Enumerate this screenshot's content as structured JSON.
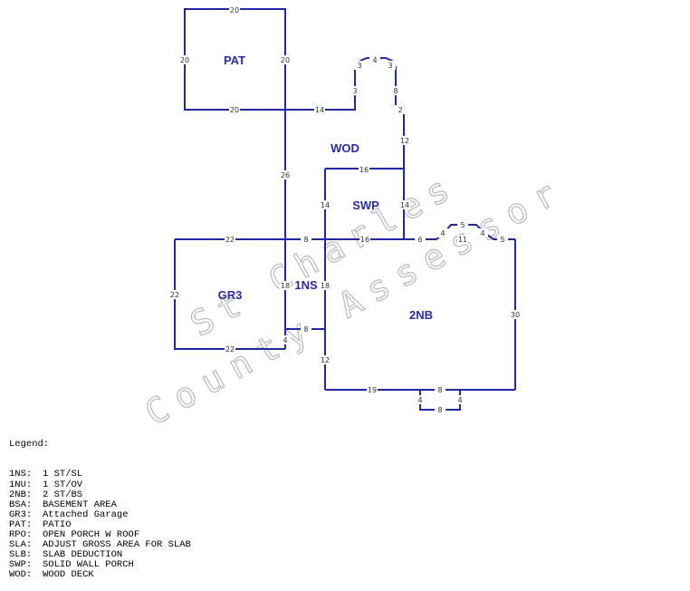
{
  "watermark": {
    "line1": "St Charles",
    "line2": "County Assessor"
  },
  "areas": [
    {
      "id": "PAT",
      "label": "PAT"
    },
    {
      "id": "WOD",
      "label": "WOD"
    },
    {
      "id": "SWP",
      "label": "SWP"
    },
    {
      "id": "GR3",
      "label": "GR3"
    },
    {
      "id": "1NS",
      "label": "1NS"
    },
    {
      "id": "2NB",
      "label": "2NB"
    }
  ],
  "dimensions": [
    "20",
    "20",
    "20",
    "20",
    "3",
    "4",
    "3",
    "3",
    "8",
    "14",
    "2",
    "12",
    "16",
    "26",
    "14",
    "14",
    "22",
    "8",
    "16",
    "6",
    "4",
    "5",
    "4",
    "11",
    "5",
    "22",
    "18",
    "18",
    "8",
    "4",
    "22",
    "30",
    "12",
    "19",
    "4",
    "8",
    "4",
    "8"
  ],
  "legend": {
    "title": "Legend:",
    "items": [
      {
        "code": "1NS:",
        "desc": "1 ST/SL"
      },
      {
        "code": "1NU:",
        "desc": "1 ST/OV"
      },
      {
        "code": "2NB:",
        "desc": "2 ST/BS"
      },
      {
        "code": "BSA:",
        "desc": "BASEMENT AREA"
      },
      {
        "code": "GR3:",
        "desc": "Attached Garage"
      },
      {
        "code": "PAT:",
        "desc": "PATIO"
      },
      {
        "code": "RPO:",
        "desc": "OPEN PORCH W ROOF"
      },
      {
        "code": "SLA:",
        "desc": "ADJUST GROSS AREA FOR SLAB"
      },
      {
        "code": "SLB:",
        "desc": "SLAB DEDUCTION"
      },
      {
        "code": "SWP:",
        "desc": "SOLID WALL PORCH"
      },
      {
        "code": "WOD:",
        "desc": "WOOD DECK"
      }
    ]
  }
}
